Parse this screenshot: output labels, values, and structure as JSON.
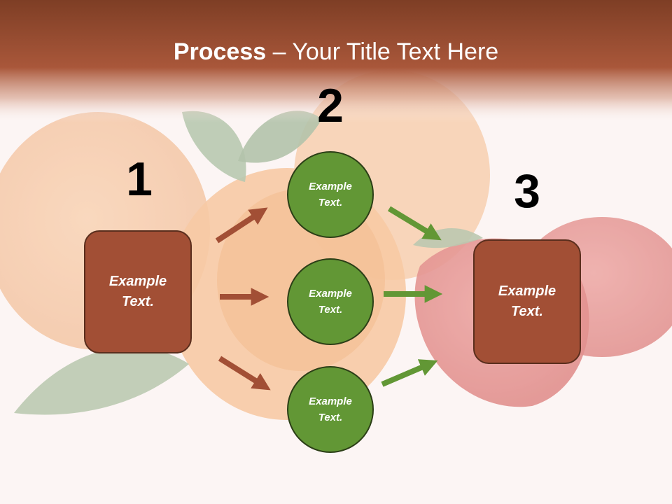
{
  "title": {
    "bold": "Process",
    "rest": " – Your Title Text Here"
  },
  "steps": [
    {
      "number": "1",
      "text": "Example\nText."
    },
    {
      "number": "2",
      "text": "Example\nText."
    },
    {
      "number": "3",
      "text": "Example\nText."
    }
  ],
  "circles": [
    {
      "text": "Example\nText."
    },
    {
      "text": "Example\nText."
    },
    {
      "text": "Example\nText."
    }
  ],
  "colors": {
    "header": "#a3553a",
    "box": "#a24f35",
    "circle": "#629735",
    "arrow_brown": "#a24f35",
    "arrow_green": "#629735"
  }
}
